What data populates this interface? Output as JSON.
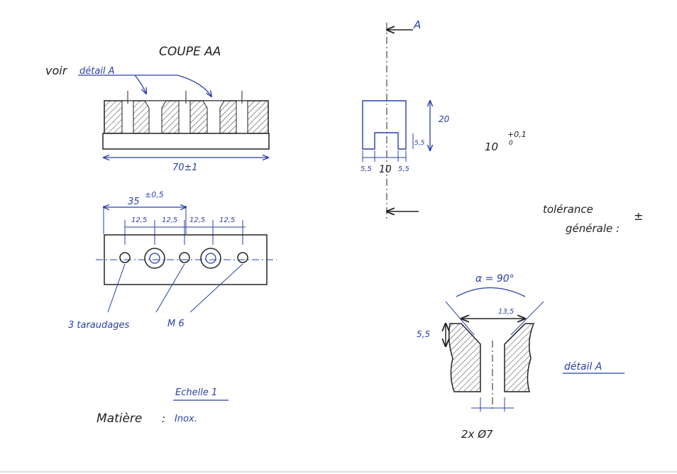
{
  "section_view": {
    "title": "COUPE AA",
    "detail_ref_prefix": "voir",
    "detail_ref_label": "détail A",
    "length_dim": "70±1"
  },
  "top_view": {
    "overall_dim": "35",
    "overall_tol": "±0,5",
    "spacing_dims": [
      "12,5",
      "12,5",
      "12,5",
      "12,5"
    ],
    "thread_note": "3 taraudages",
    "thread_size": "M 6"
  },
  "side_view": {
    "section_marker": "A",
    "height_dim": "20",
    "slot_depth_dim": "5,5",
    "left_width_dim": "5,5",
    "slot_width_dim": "10",
    "right_width_dim": "5,5"
  },
  "tolerance_spec": {
    "nominal": "10",
    "tolerance": "+0,1",
    "tolerance_lower": "0"
  },
  "general_tolerance": {
    "label_line1": "tolérance",
    "label_line2": "générale :",
    "value": "±"
  },
  "detail_view": {
    "angle_label": "α = 90°",
    "width_dim": "13,5",
    "depth_dim": "5,5",
    "hole_dim": "2x Ø7",
    "label": "détail A"
  },
  "notes": {
    "scale": "Echelle 1",
    "material_label": "Matière",
    "material_sep": ":",
    "material_value": "Inox."
  }
}
